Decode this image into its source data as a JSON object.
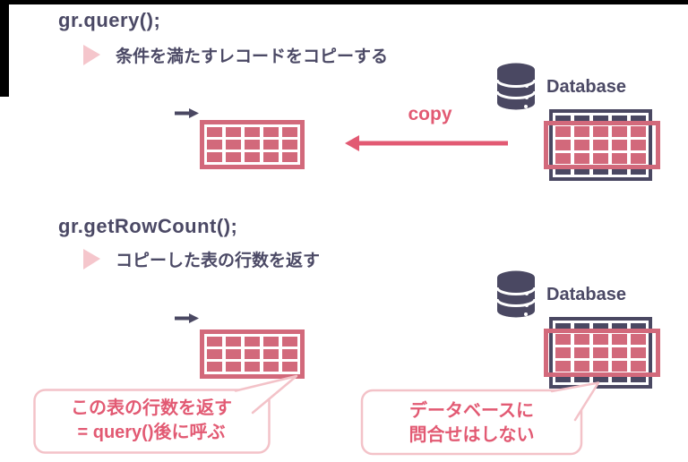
{
  "colors": {
    "navy": "#4a4862",
    "text_navy": "#4b4965",
    "table_pink": "#d2697b",
    "accent_pink": "#e25a73",
    "bullet_pink": "#f5c6cc",
    "bubble_border_pink": "#f3c2c8"
  },
  "sections": [
    {
      "heading": "gr.query();",
      "bullet": "条件を満たすレコードをコピーする",
      "database_label": "Database",
      "copy_label": "copy"
    },
    {
      "heading": "gr.getRowCount();",
      "bullet": "コピーした表の行数を返す",
      "database_label": "Database"
    }
  ],
  "bubbles": [
    {
      "lines": [
        "この表の行数を返す",
        "= query()後に呼ぶ"
      ]
    },
    {
      "lines": [
        "データベースに",
        "問合せはしない"
      ]
    }
  ],
  "tables": {
    "copied": {
      "rows": 3,
      "cols": 5
    },
    "database": {
      "rows": 5,
      "cols": 5,
      "dark_edge_rows": true
    }
  }
}
